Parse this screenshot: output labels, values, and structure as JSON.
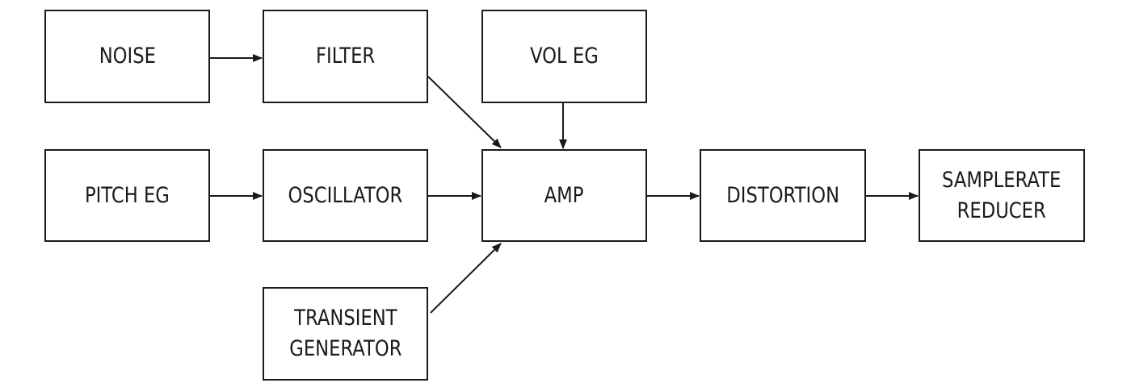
{
  "diagram": {
    "blocks": {
      "noise": "NOISE",
      "filter": "FILTER",
      "vol_eg": "VOL EG",
      "pitch_eg": "PITCH EG",
      "oscillator": "OSCILLATOR",
      "amp": "AMP",
      "distortion": "DISTORTION",
      "samplerate_reducer": "SAMPLERATE\nREDUCER",
      "transient_generator": "TRANSIENT\nGENERATOR"
    },
    "connections": [
      [
        "NOISE",
        "FILTER"
      ],
      [
        "FILTER",
        "AMP"
      ],
      [
        "VOL EG",
        "AMP"
      ],
      [
        "PITCH EG",
        "OSCILLATOR"
      ],
      [
        "OSCILLATOR",
        "AMP"
      ],
      [
        "TRANSIENT GENERATOR",
        "AMP"
      ],
      [
        "AMP",
        "DISTORTION"
      ],
      [
        "DISTORTION",
        "SAMPLERATE REDUCER"
      ]
    ],
    "colors": {
      "line": "#1a1a1a",
      "background": "#ffffff"
    }
  }
}
